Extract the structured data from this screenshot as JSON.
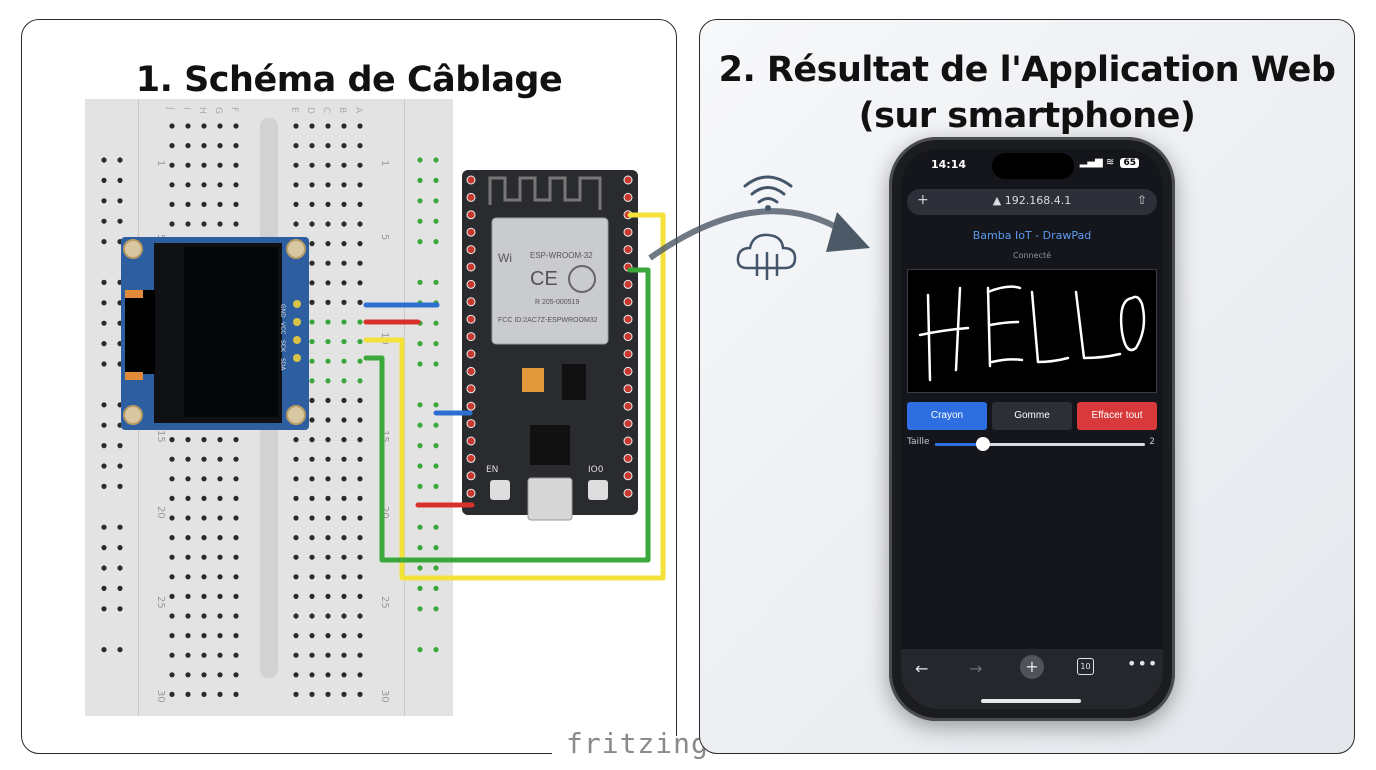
{
  "left_panel": {
    "title": "1. Schéma de Câblage",
    "footer_logo": "fritzing",
    "breadboard": {
      "row_numbers": [
        "1",
        "5",
        "10",
        "15",
        "20",
        "25",
        "30"
      ],
      "column_letters": [
        "J",
        "I",
        "H",
        "G",
        "F",
        "E",
        "D",
        "C",
        "B",
        "A"
      ]
    },
    "oled": {
      "pins": [
        "GND",
        "VCC",
        "SCK",
        "SDA"
      ]
    },
    "esp32": {
      "module_label": "ESP-WROOM-32",
      "fcc_label": "FCC ID:2AC7Z-ESPWROOM32",
      "cert": "R 205-000519",
      "buttons": [
        "EN",
        "IO0"
      ]
    }
  },
  "right_panel": {
    "title_line1": "2. Résultat de l'Application Web",
    "title_line2": "(sur smartphone)",
    "icons": [
      "wifi-icon",
      "cloud-icon",
      "arrow-icon"
    ]
  },
  "phone": {
    "status": {
      "time": "14:14",
      "battery": "65"
    },
    "url": "192.168.4.1",
    "app_title": "Bamba IoT - DrawPad",
    "app_status": "Connecté",
    "canvas_text": "HELLO",
    "buttons": {
      "crayon": "Crayon",
      "gomme": "Gomme",
      "effacer": "Effacer tout"
    },
    "size": {
      "label": "Taille",
      "value": "2",
      "fraction": 0.23
    },
    "nav": {
      "back": "←",
      "forward": "→",
      "new": "+",
      "tabs": "10",
      "more": "•••"
    }
  },
  "colors": {
    "wire_blue": "#2d6fd0",
    "wire_red": "#d8302a",
    "wire_yellow": "#f2e23a",
    "wire_green": "#3aa83a",
    "accent": "#2d6fe0",
    "danger": "#d8393a"
  }
}
